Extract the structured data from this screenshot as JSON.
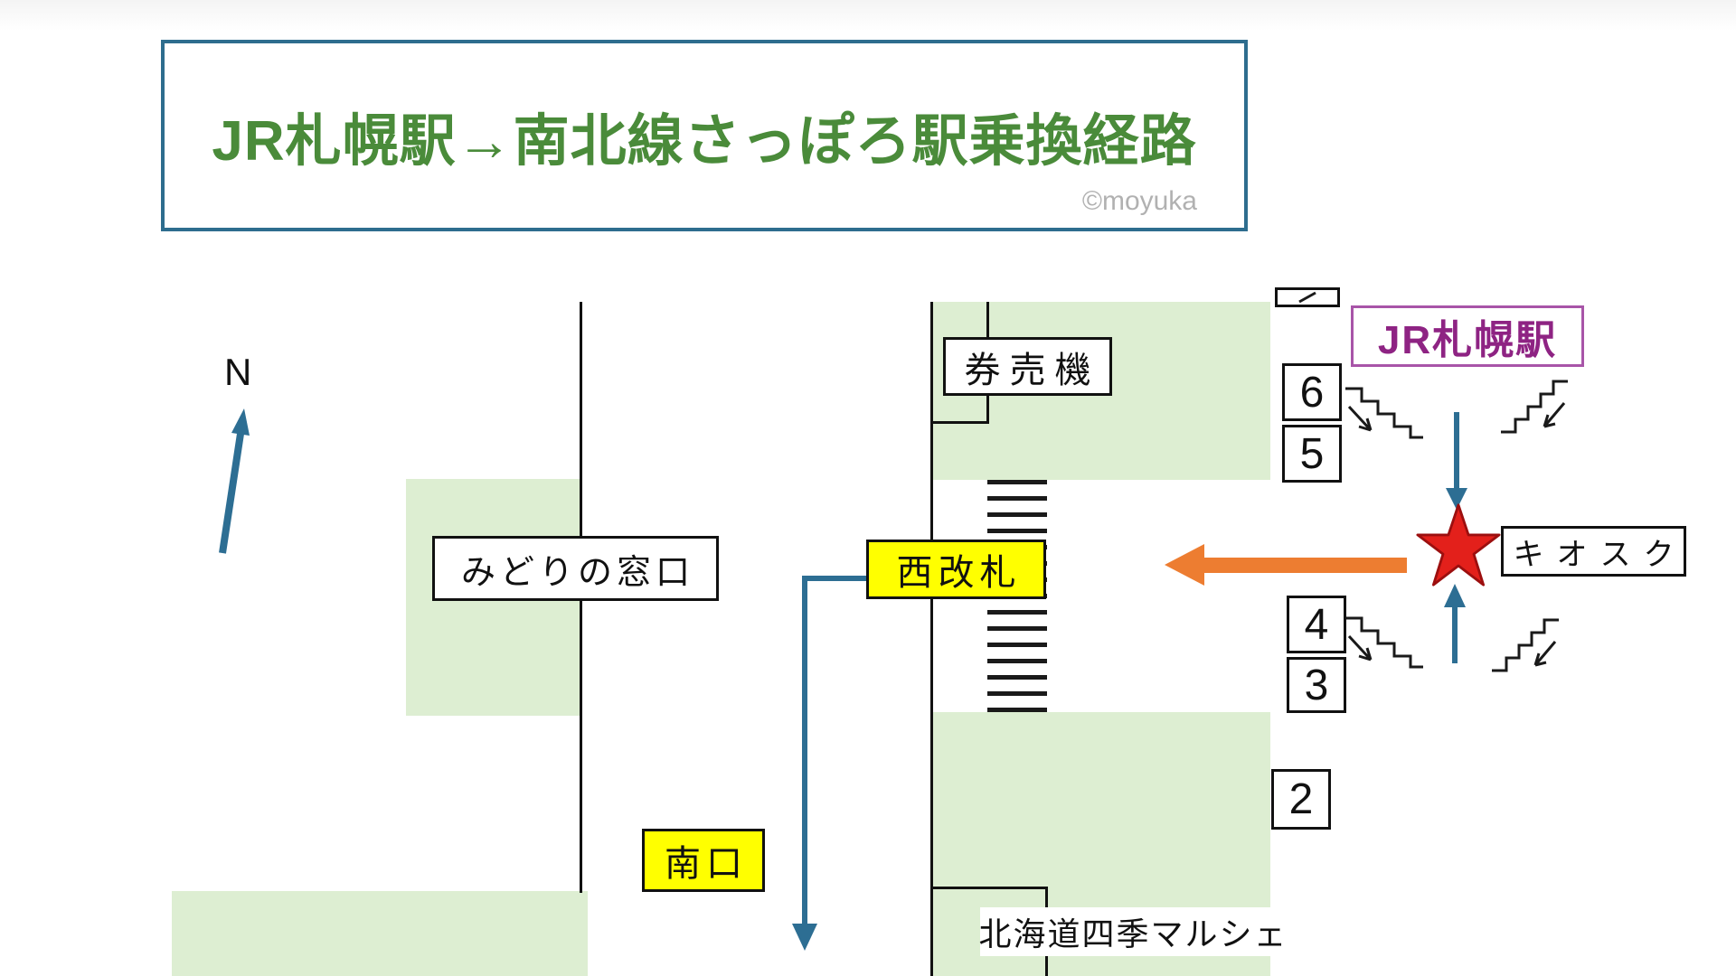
{
  "title": {
    "text": "JR札幌駅→南北線さっぽろ駅乗換経路",
    "credit": "©moyuka"
  },
  "compass": {
    "label": "N"
  },
  "labels": {
    "ticket_machines": "券売機",
    "jr_sapporo_station": "JR札幌駅",
    "midori_no_madoguchi": "みどりの窓口",
    "west_gate": "西改札",
    "south_exit": "南口",
    "kiosk": "キオスク",
    "hokkaido_shiki_marche": "北海道四季マルシェ"
  },
  "platforms": [
    "6",
    "5",
    "4",
    "3",
    "2"
  ],
  "markers": {
    "current_position": "star",
    "route_color": "#2d6e93",
    "transfer_arrow_color": "#ed7d31"
  },
  "colors": {
    "title_green": "#4a8b3a",
    "frame_teal": "#2e6d8e",
    "area_green": "#ddeed2",
    "highlight_yellow": "#ffff00",
    "star_red": "#e3201b",
    "station_purple": "#8e2383"
  }
}
